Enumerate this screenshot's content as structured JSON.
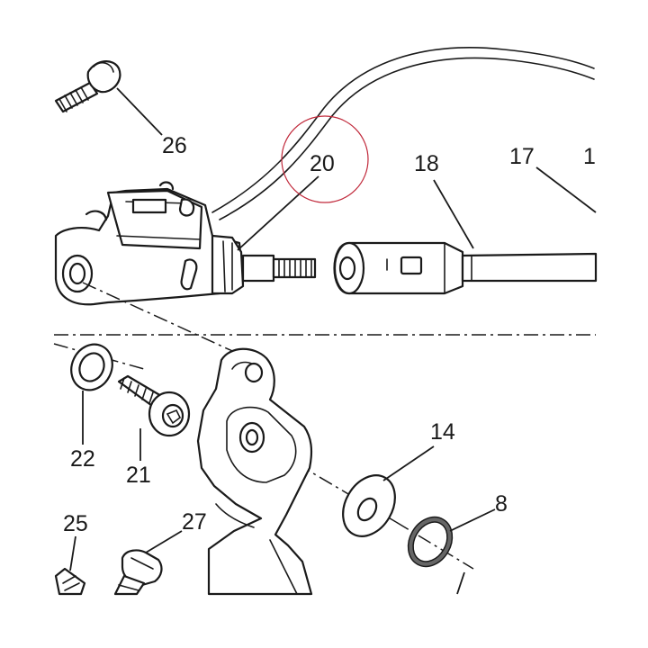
{
  "diagram": {
    "callouts": [
      {
        "id": "26",
        "label": "26"
      },
      {
        "id": "20",
        "label": "20"
      },
      {
        "id": "18",
        "label": "18"
      },
      {
        "id": "17",
        "label": "17"
      },
      {
        "id": "16",
        "label": "1"
      },
      {
        "id": "22",
        "label": "22"
      },
      {
        "id": "21",
        "label": "21"
      },
      {
        "id": "14",
        "label": "14"
      },
      {
        "id": "8",
        "label": "8"
      },
      {
        "id": "25",
        "label": "25"
      },
      {
        "id": "27",
        "label": "27"
      }
    ],
    "highlight_color": "#c0283a",
    "line_color": "#1a1a1a"
  }
}
